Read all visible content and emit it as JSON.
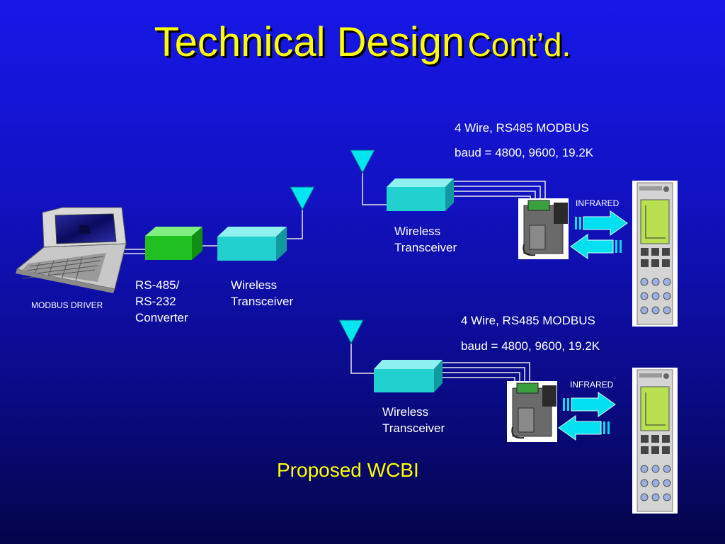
{
  "slide": {
    "title_main": "Technical Design",
    "title_sub": "Cont’d.",
    "footer": "Proposed WCBI"
  },
  "nodes": {
    "pc_label": "MODBUS DRIVER",
    "converter_label": "RS-485/\nRS-232\nConverter",
    "center_transceiver_label": "Wireless\nTransceiver",
    "top_transceiver_label": "Wireless\nTransceiver",
    "bottom_transceiver_label": "Wireless\nTransceiver"
  },
  "links": {
    "top_protocol": "4 Wire, RS485 MODBUS",
    "top_baud": "baud = 4800, 9600, 19.2K",
    "bottom_protocol": "4 Wire, RS485 MODBUS",
    "bottom_baud": "baud = 4800, 9600, 19.2K",
    "top_infrared": "INFRARED",
    "bottom_infrared": "INFRARED"
  },
  "colors": {
    "title": "#ffff00",
    "transceiver": "#22d0d0",
    "converter": "#20c020",
    "antenna": "#00e5f0"
  }
}
